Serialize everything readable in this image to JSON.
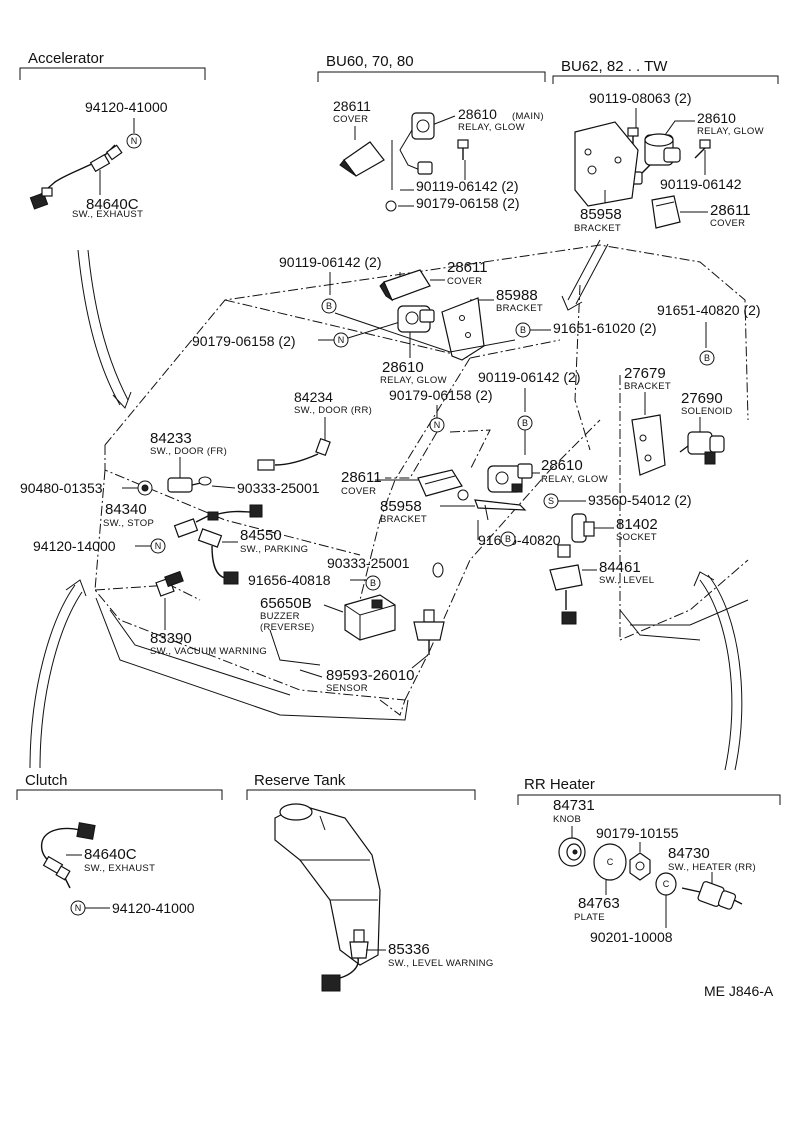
{
  "sections": {
    "accelerator": "Accelerator",
    "bu60": "BU60, 70, 80",
    "bu62": "BU62, 82 . . TW",
    "clutch": "Clutch",
    "reserve_tank": "Reserve Tank",
    "rr_heater": "RR Heater"
  },
  "markers": {
    "n": "N",
    "b": "B",
    "s": "S",
    "c": "C"
  },
  "callouts": {
    "acc_94120": "94120-41000",
    "acc_84640c": "84640C",
    "acc_84640c_name": "SW., EXHAUST",
    "bu60_28611": "28611",
    "bu60_28611_name": "COVER",
    "bu60_28610": "28610",
    "bu60_28610_main": "(MAIN)",
    "bu60_28610_name": "RELAY, GLOW",
    "bu60_90119": "90119-06142 (2)",
    "bu60_90179": "90179-06158 (2)",
    "bu62_90119a": "90119-08063 (2)",
    "bu62_28610": "28610",
    "bu62_28610_name": "RELAY, GLOW",
    "bu62_90119b": "90119-06142",
    "bu62_85958": "85958",
    "bu62_85958_name": "BRACKET",
    "bu62_28611": "28611",
    "bu62_28611_name": "COVER",
    "m_90119": "90119-06142 (2)",
    "m_28611": "28611",
    "m_28611_name": "COVER",
    "m_85988": "85988",
    "m_85988_name": "BRACKET",
    "m_91651a": "91651-40820 (2)",
    "m_91651b": "91651-61020 (2)",
    "m_90179a": "90179-06158 (2)",
    "m_28610a": "28610",
    "m_28610a_name": "RELAY, GLOW",
    "m_27679": "27679",
    "m_27679_name": "BRACKET",
    "m_90119b": "90119-06142 (2)",
    "m_27690": "27690",
    "m_27690_name": "SOLENOID",
    "m_84234": "84234",
    "m_84234_name": "SW., DOOR (RR)",
    "m_90179b": "90179-06158 (2)",
    "m_84233": "84233",
    "m_84233_name": "SW., DOOR (FR)",
    "m_90480": "90480-01353",
    "m_90333a": "90333-25001",
    "m_28611b": "28611",
    "m_28611b_name": "COVER",
    "m_28610b": "28610",
    "m_28610b_name": "RELAY, GLOW",
    "m_84340": "84340",
    "m_84340_name": "SW., STOP",
    "m_85958": "85958",
    "m_85958_name": "BRACKET",
    "m_93560": "93560-54012 (2)",
    "m_94120": "94120-14000",
    "m_84550": "84550",
    "m_84550_name": "SW., PARKING",
    "m_91656a": "91656-40820",
    "m_81402": "81402",
    "m_81402_name": "SOCKET",
    "m_90333b": "90333-25001",
    "m_84461": "84461",
    "m_84461_name": "SW., LEVEL",
    "m_91656b": "91656-40818",
    "m_65650b": "65650B",
    "m_65650b_name1": "BUZZER",
    "m_65650b_name2": "(REVERSE)",
    "m_83390": "83390",
    "m_83390_name": "SW., VACUUM WARNING",
    "m_89593": "89593-26010",
    "m_89593_name": "SENSOR",
    "cl_84640c": "84640C",
    "cl_84640c_name": "SW., EXHAUST",
    "cl_94120": "94120-41000",
    "rt_85336": "85336",
    "rt_85336_name": "SW., LEVEL WARNING",
    "rr_84731": "84731",
    "rr_84731_name": "KNOB",
    "rr_90179": "90179-10155",
    "rr_84730": "84730",
    "rr_84730_name": "SW., HEATER (RR)",
    "rr_84763": "84763",
    "rr_84763_name": "PLATE",
    "rr_90201": "90201-10008"
  },
  "footer_code": "ME J846-A"
}
